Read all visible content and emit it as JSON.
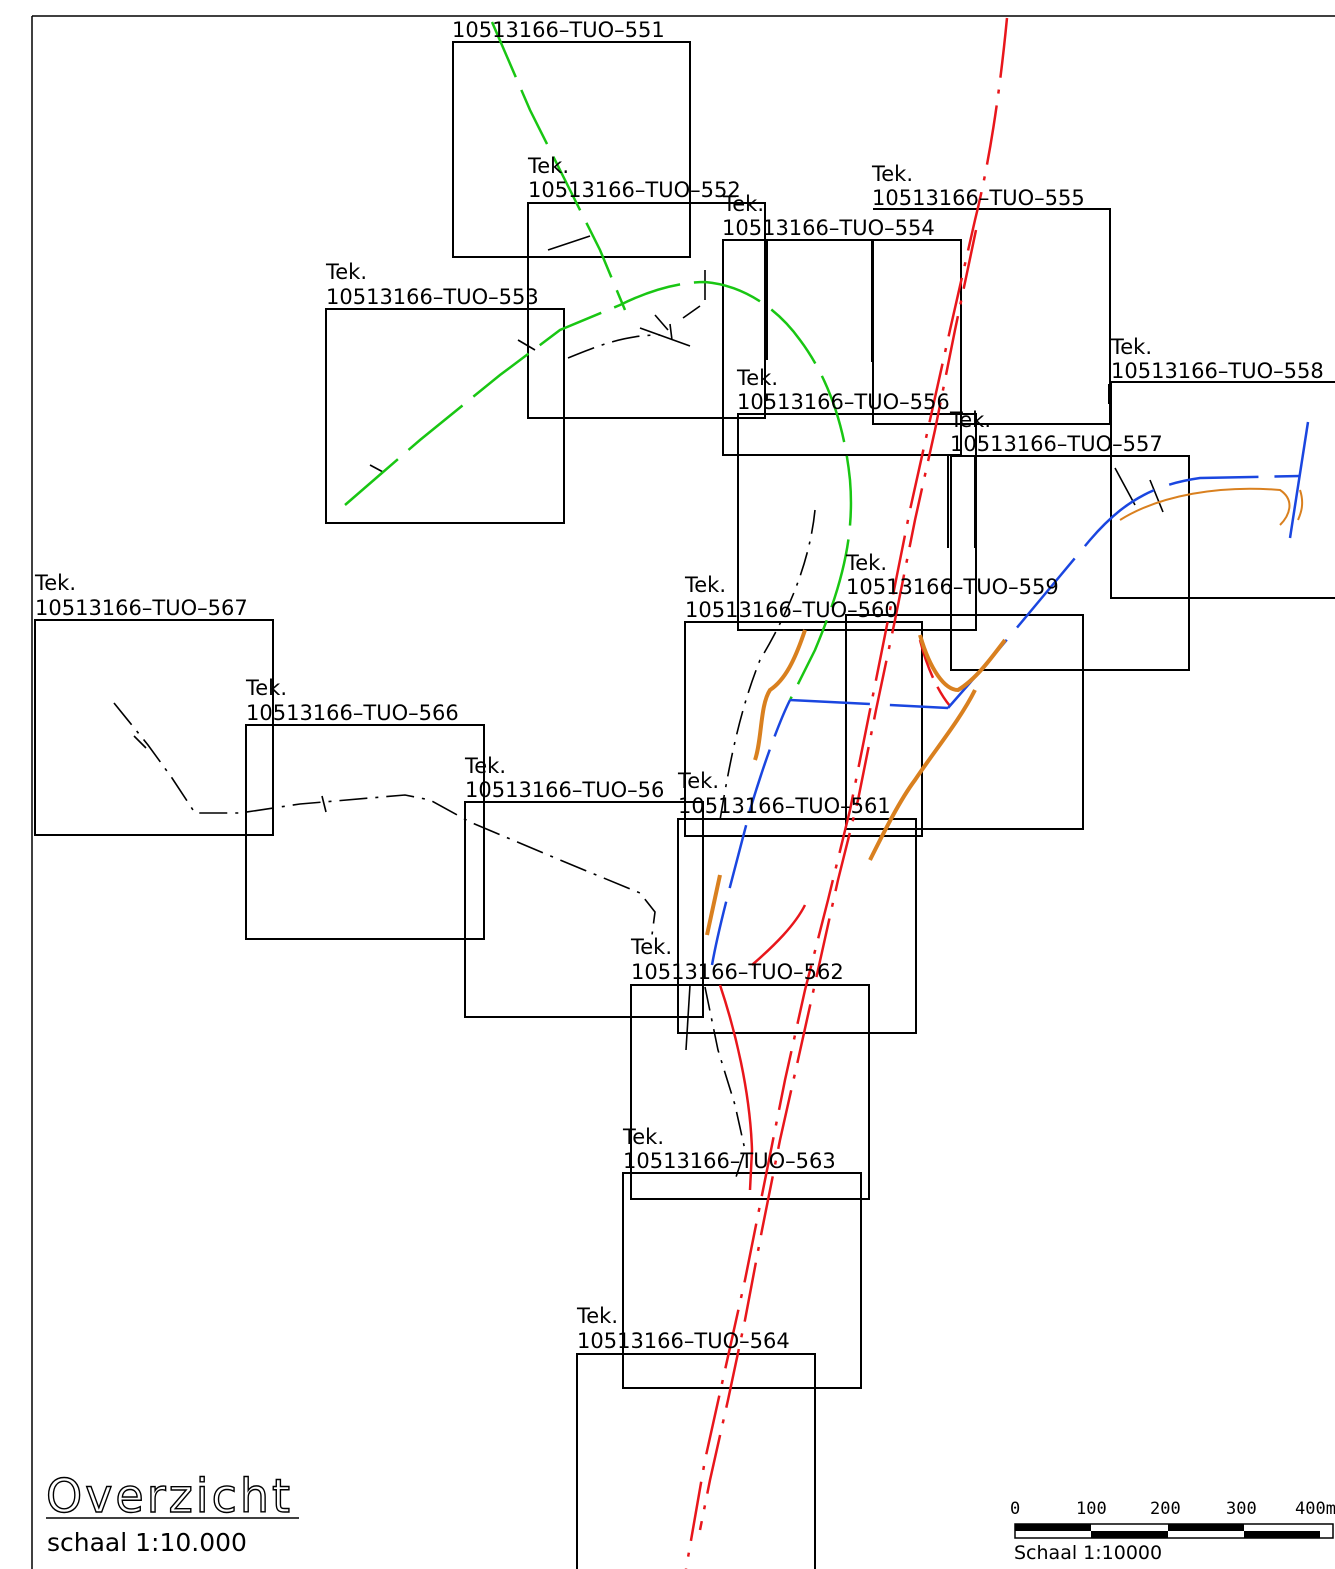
{
  "sheets": [
    {
      "id": "551",
      "prefix": "",
      "number": "10513166–TUO–551"
    },
    {
      "id": "552",
      "prefix": "Tek.",
      "number": "10513166–TUO–552"
    },
    {
      "id": "553",
      "prefix": "Tek.",
      "number": "10513166–TUO–553"
    },
    {
      "id": "554",
      "prefix": "Tek.",
      "number": "10513166–TUO–554"
    },
    {
      "id": "555",
      "prefix": "Tek.",
      "number": "10513166–TUO–555"
    },
    {
      "id": "556",
      "prefix": "Tek.",
      "number": "10513166–TUO–556"
    },
    {
      "id": "557",
      "prefix": "Tek.",
      "number": "10513166–TUO–557"
    },
    {
      "id": "558",
      "prefix": "Tek.",
      "number": "10513166–TUO–558"
    },
    {
      "id": "559",
      "prefix": "Tek.",
      "number": "10513166–TUO–559"
    },
    {
      "id": "560",
      "prefix": "Tek.",
      "number": "10513166–TUO–560"
    },
    {
      "id": "561",
      "prefix": "Tek.",
      "number": "10513166–TUO–561"
    },
    {
      "id": "562",
      "prefix": "Tek.",
      "number": "10513166–TUO–562"
    },
    {
      "id": "563",
      "prefix": "Tek.",
      "number": "10513166–TUO–563"
    },
    {
      "id": "564",
      "prefix": "Tek.",
      "number": "10513166–TUO–564"
    },
    {
      "id": "565",
      "prefix": "Tek.",
      "number": "10513166–TUO–56"
    },
    {
      "id": "566",
      "prefix": "Tek.",
      "number": "10513166–TUO–566"
    },
    {
      "id": "567",
      "prefix": "Tek.",
      "number": "10513166–TUO–567"
    }
  ],
  "title": {
    "main": "Overzicht",
    "scale_text": "schaal  1:10.000"
  },
  "scale_bar": {
    "ticks": [
      "0",
      "100",
      "200",
      "300",
      "400m"
    ],
    "label": "Schaal  1:10000"
  },
  "colors": {
    "frame": "#000000",
    "route_red": "#e8161b",
    "route_green": "#19c613",
    "route_blue": "#1a46e0",
    "earthwork_orange": "#d9801f",
    "existing_dashdot": "#000000"
  }
}
